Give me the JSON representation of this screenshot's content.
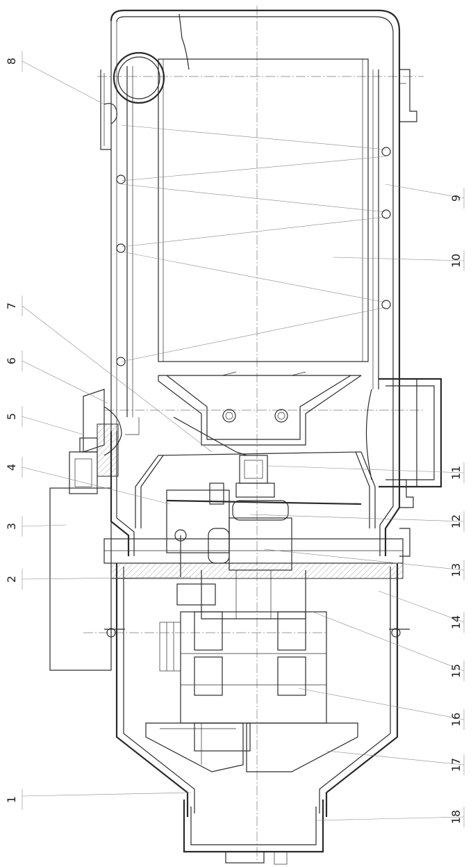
{
  "callouts": [
    {
      "id": 1,
      "label": "1"
    },
    {
      "id": 2,
      "label": "2"
    },
    {
      "id": 3,
      "label": "3"
    },
    {
      "id": 4,
      "label": "4"
    },
    {
      "id": 5,
      "label": "5"
    },
    {
      "id": 6,
      "label": "6"
    },
    {
      "id": 7,
      "label": "7"
    },
    {
      "id": 8,
      "label": "8"
    },
    {
      "id": 9,
      "label": "9"
    },
    {
      "id": 10,
      "label": "10"
    },
    {
      "id": 11,
      "label": "11"
    },
    {
      "id": 12,
      "label": "12"
    },
    {
      "id": 13,
      "label": "13"
    },
    {
      "id": 14,
      "label": "14"
    },
    {
      "id": 15,
      "label": "15"
    },
    {
      "id": 16,
      "label": "16"
    },
    {
      "id": 17,
      "label": "17"
    },
    {
      "id": 18,
      "label": "18"
    }
  ],
  "colors": {
    "line": "#2a2a2a",
    "background": "#ffffff"
  }
}
